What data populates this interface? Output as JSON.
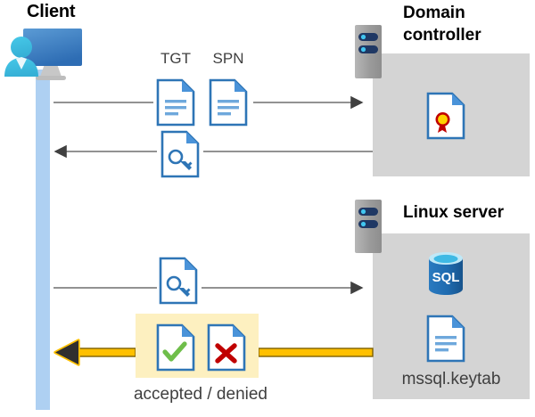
{
  "diagram": {
    "title_client": "Client",
    "title_domain_controller": "Domain\ncontroller",
    "title_domain_controller_line1": "Domain",
    "title_domain_controller_line2": "controller",
    "title_linux_server": "Linux server",
    "label_tgt": "TGT",
    "label_spn": "SPN",
    "label_keytab": "mssql.keytab",
    "label_accepted_denied": "accepted / denied"
  },
  "icons": {
    "client": "client-workstation-icon",
    "server_dc": "server-rack-icon",
    "server_linux": "server-rack-icon",
    "tgt_document": "document-icon",
    "spn_document": "document-icon",
    "key_document_1": "document-key-icon",
    "key_document_2": "document-key-icon",
    "certificate": "certificate-document-icon",
    "sql_database": "sql-database-icon",
    "keytab_document": "document-icon",
    "accepted_document": "document-check-icon",
    "denied_document": "document-x-icon"
  },
  "flows": [
    {
      "id": "flow-1",
      "direction": "right",
      "style": "thin-gray",
      "description": "client sends TGT and SPN to domain controller"
    },
    {
      "id": "flow-2",
      "direction": "left",
      "style": "thin-gray",
      "description": "domain controller returns service ticket to client"
    },
    {
      "id": "flow-3",
      "direction": "right",
      "style": "thin-gray",
      "description": "client sends service ticket to linux server"
    },
    {
      "id": "flow-4",
      "direction": "left",
      "style": "thick-yellow",
      "description": "linux server returns accepted or denied"
    }
  ],
  "colors": {
    "panel_gray": "#d4d4d4",
    "lifeline_blue": "#aed0f2",
    "highlight_yellow": "#fdf0c0",
    "arrow_yellow": "#ffc000",
    "arrow_gray": "#404040",
    "doc_border_blue": "#2e75b6",
    "accent_blue": "#1f6fc4",
    "check_green": "#6fbe4a",
    "x_red": "#c00000",
    "seal_yellow": "#ffd200",
    "seal_red": "#c00000",
    "sql_blue": "#1f6bb0"
  }
}
